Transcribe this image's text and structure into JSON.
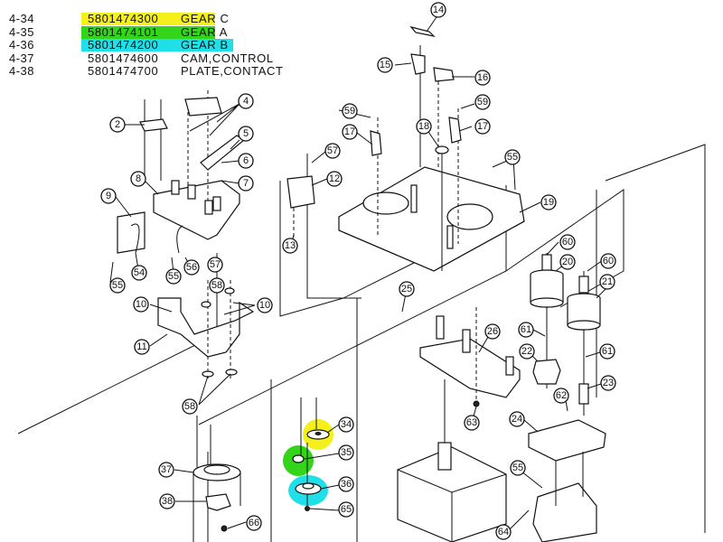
{
  "parts_list": [
    {
      "ref": "4-34",
      "part_number": "5801474300",
      "description": "GEAR C",
      "highlight": "#f5ef1c"
    },
    {
      "ref": "4-35",
      "part_number": "5801474101",
      "description": "GEAR A",
      "highlight": "#33d41a"
    },
    {
      "ref": "4-36",
      "part_number": "5801474200",
      "description": "GEAR B",
      "highlight": "#1fe0e8"
    },
    {
      "ref": "4-37",
      "part_number": "5801474600",
      "description": "CAM,CONTROL",
      "highlight": null
    },
    {
      "ref": "4-38",
      "part_number": "5801474700",
      "description": "PLATE,CONTACT",
      "highlight": null
    }
  ],
  "diagram": {
    "callouts": {
      "c2": "2",
      "c4": "4",
      "c5": "5",
      "c6": "6",
      "c7": "7",
      "c8": "8",
      "c9": "9",
      "c10a": "10",
      "c10b": "10",
      "c11": "11",
      "c12": "12",
      "c13": "13",
      "c14": "14",
      "c15": "15",
      "c16": "16",
      "c17a": "17",
      "c17b": "17",
      "c18": "18",
      "c19": "19",
      "c20": "20",
      "c21": "21",
      "c22": "22",
      "c23": "23",
      "c24": "24",
      "c25": "25",
      "c26": "26",
      "c34": "34",
      "c35": "35",
      "c36": "36",
      "c37": "37",
      "c38": "38",
      "c54": "54",
      "c55a": "55",
      "c55b": "55",
      "c55c": "55",
      "c55d": "55",
      "c56": "56",
      "c57a": "57",
      "c57b": "57",
      "c58a": "58",
      "c58b": "58",
      "c59a": "59",
      "c59b": "59",
      "c60a": "60",
      "c60b": "60",
      "c61a": "61",
      "c61b": "61",
      "c62": "62",
      "c63": "63",
      "c64": "64",
      "c65": "65",
      "c66": "66"
    },
    "highlight_colors": {
      "gear_c": "#f5ef1c",
      "gear_a": "#33d41a",
      "gear_b": "#1fe0e8"
    }
  }
}
